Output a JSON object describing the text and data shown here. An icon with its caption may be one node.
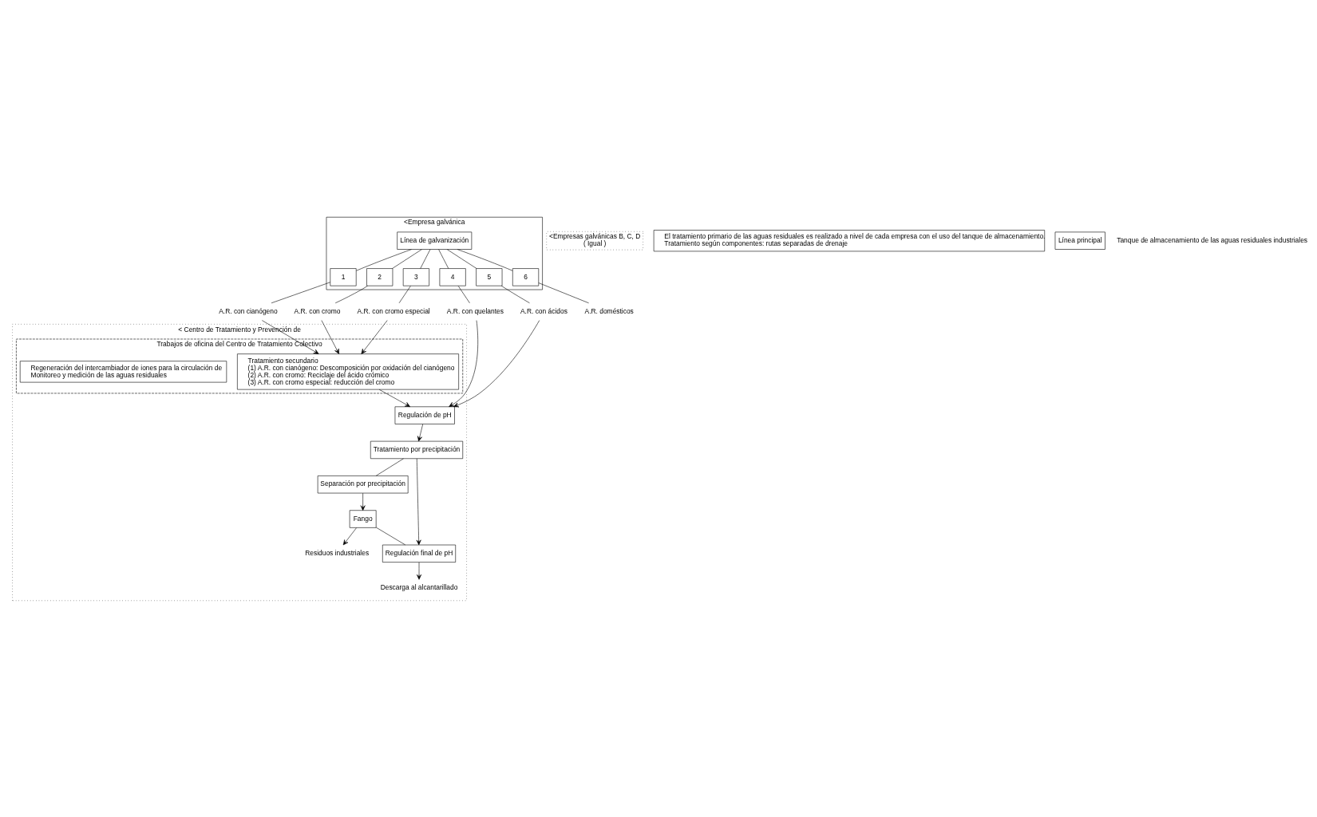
{
  "diagram": {
    "nodes": [
      {
        "text": [
          "<Empresa galvánica"
        ]
      },
      {
        "text": [
          "Línea de galvanización"
        ],
        "in": 0
      },
      {
        "text": [
          "1"
        ],
        "in": 0
      },
      {
        "text": [
          "2"
        ],
        "in": 0
      },
      {
        "text": [
          "3"
        ],
        "in": 0
      },
      {
        "text": [
          "4"
        ],
        "in": 0
      },
      {
        "text": [
          "5"
        ],
        "in": 0
      },
      {
        "text": [
          "6"
        ],
        "in": 0
      },
      {
        "text": [
          "<Empresas galvánicas B, C, D",
          "( Igual )"
        ]
      },
      {
        "text": [
          "El tratamiento primario de las aguas residuales es realizado a nivel de cada empresa con el uso del tanque de almacenamiento.",
          "Tratamiento según componentes: rutas separadas de drenaje"
        ]
      },
      {
        "text": [
          "Línea principal"
        ]
      },
      {
        "text": [
          "A.R. con cianógeno"
        ]
      },
      {
        "text": [
          "A.R. con cromo"
        ]
      },
      {
        "text": [
          "A.R. con cromo especial"
        ]
      },
      {
        "text": [
          "A.R. con quelantes"
        ]
      },
      {
        "text": [
          "A.R. con ácidos"
        ]
      },
      {
        "text": [
          "A.R. domésticos"
        ]
      },
      {
        "text": [
          "< Centro de Tratamiento y Prevención de"
        ]
      },
      {
        "text": [
          "Regulación de pH"
        ],
        "in": 17
      },
      {
        "text": [
          "Separación por precipitación"
        ],
        "in": 17
      },
      {
        "text": [
          "Tratamiento por precipitación"
        ],
        "in": 17
      },
      {
        "text": [
          "Fango"
        ],
        "in": 17
      },
      {
        "text": [
          "Regulación final de pH"
        ],
        "in": 17
      },
      {
        "text": [
          "Residuos industriales"
        ],
        "in": 17
      },
      {
        "text": [
          "Descarga al alcantarillado"
        ],
        "in": 17
      },
      {
        "text": [
          "Trabajos de oficina del Centro de Tratamiento Colectivo"
        ],
        "in": 17
      },
      {
        "text": [
          "Tratamiento secundario",
          "(1) A.R. con cianógeno: Descomposición por oxidación del cianógeno",
          "(2) A.R. con cromo: Reciclaje del ácido crómico",
          "(3) A.R. con cromo especial: reducción del cromo"
        ],
        "in": 25
      },
      {
        "text": [
          "Regeneración del intercambiador de iones para la circulación de",
          "Monitoreo y medición de las aguas residuales"
        ],
        "in": 25
      }
    ],
    "edges": [
      {
        "from": 1,
        "to": 2,
        "arrow": "none"
      },
      {
        "from": 1,
        "to": 3,
        "arrow": "none"
      },
      {
        "from": 1,
        "to": 4,
        "arrow": "none"
      },
      {
        "from": 1,
        "to": 5,
        "arrow": "none"
      },
      {
        "from": 1,
        "to": 6,
        "arrow": "none"
      },
      {
        "from": 1,
        "to": 7,
        "arrow": "none"
      },
      {
        "from": 2,
        "to": 11,
        "arrow": "none"
      },
      {
        "from": 3,
        "to": 12,
        "arrow": "none"
      },
      {
        "from": 4,
        "to": 13,
        "arrow": "none"
      },
      {
        "from": 5,
        "to": 14,
        "arrow": "none"
      },
      {
        "from": 6,
        "to": 15,
        "arrow": "none"
      },
      {
        "from": 7,
        "to": 16,
        "arrow": "none"
      },
      {
        "from": 11,
        "to": 26,
        "arrow": "to"
      },
      {
        "from": 12,
        "to": 26,
        "arrow": "to"
      },
      {
        "from": 13,
        "to": 26,
        "arrow": "to"
      },
      {
        "from": 14,
        "to": 18,
        "arrow": "to"
      },
      {
        "from": 15,
        "to": 18,
        "arrow": "to"
      },
      {
        "from": 26,
        "to": 18,
        "arrow": "to"
      },
      {
        "from": 18,
        "to": 20,
        "arrow": "to"
      },
      {
        "from": 20,
        "to": 19,
        "arrow": "none"
      },
      {
        "from": 19,
        "to": 21,
        "arrow": "to"
      },
      {
        "from": 20,
        "to": 22,
        "arrow": "to"
      },
      {
        "from": 21,
        "to": 22,
        "arrow": "none"
      },
      {
        "from": 21,
        "to": 23,
        "arrow": "to"
      },
      {
        "from": 22,
        "to": 24,
        "arrow": "to"
      }
    ],
    "labels": [
      "Tanque de almacenamiento de las aguas residuales industriales"
    ]
  }
}
